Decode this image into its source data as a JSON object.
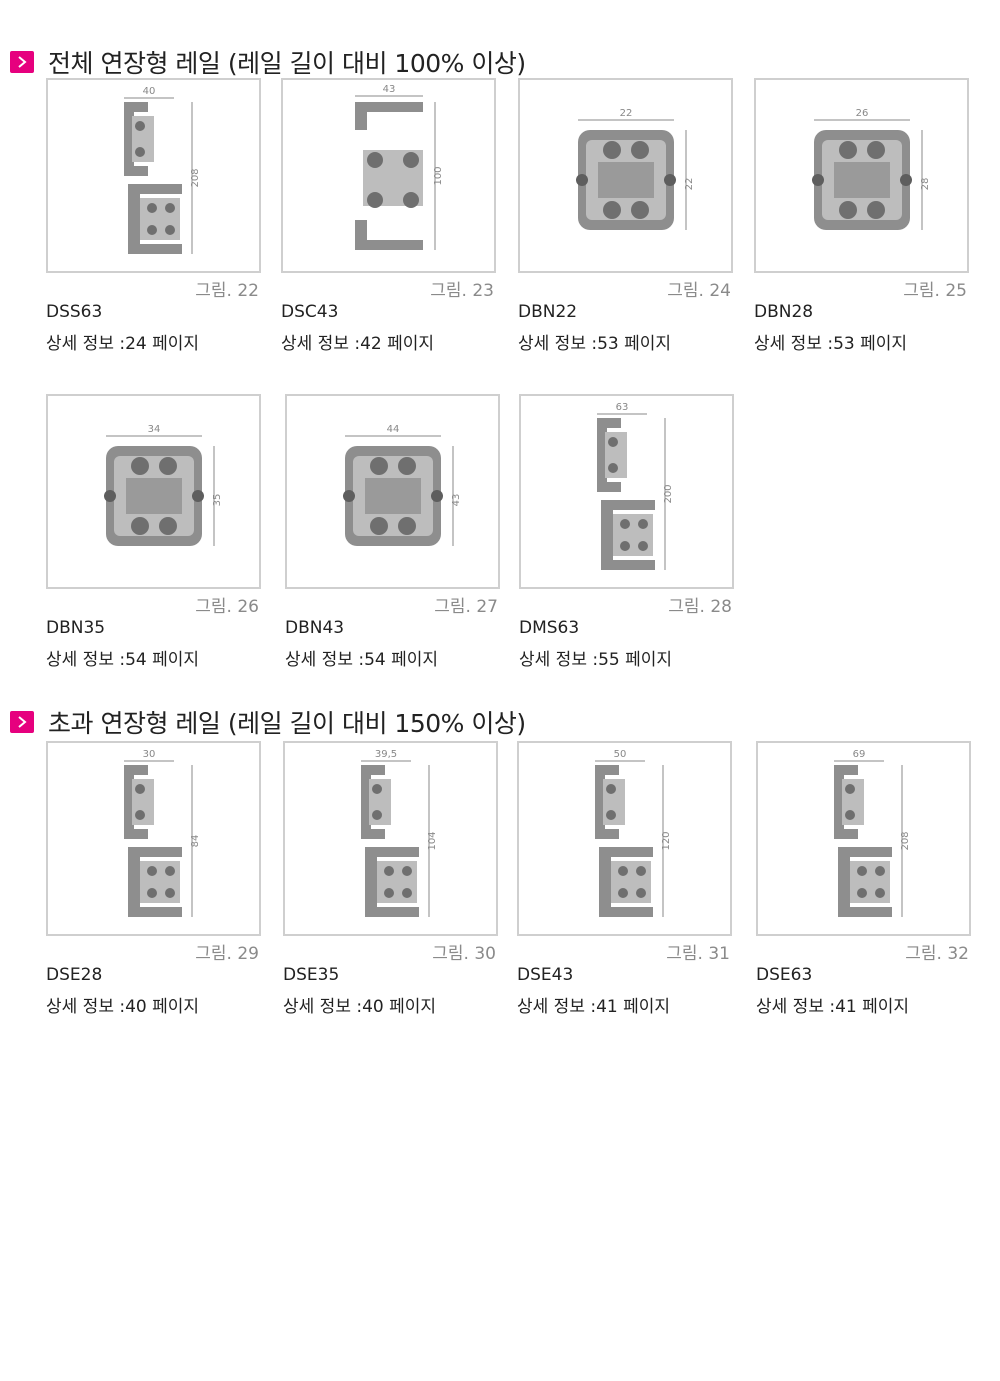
{
  "sections": [
    {
      "title": "전체 연장형 레일 (레일 길이 대비 100% 이상)"
    },
    {
      "title": "초과 연장형 레일 (레일 길이 대비 150% 이상)"
    }
  ],
  "items": [
    {
      "model": "DSS63",
      "info": "상세 정보 :24 페이지",
      "figure": "그림. 22",
      "dim_w": "40",
      "dim_h": "208",
      "shape": "tall"
    },
    {
      "model": "DSC43",
      "info": "상세 정보 :42 페이지",
      "figure": "그림. 23",
      "dim_w": "43",
      "dim_h": "100",
      "shape": "c"
    },
    {
      "model": "DBN22",
      "info": "상세 정보 :53 페이지",
      "figure": "그림. 24",
      "dim_w": "22",
      "dim_h": "22",
      "shape": "box"
    },
    {
      "model": "DBN28",
      "info": "상세 정보 :53 페이지",
      "figure": "그림. 25",
      "dim_w": "26",
      "dim_h": "28",
      "shape": "box"
    },
    {
      "model": "DBN35",
      "info": "상세 정보 :54 페이지",
      "figure": "그림. 26",
      "dim_w": "34",
      "dim_h": "35",
      "shape": "box"
    },
    {
      "model": "DBN43",
      "info": "상세 정보 :54 페이지",
      "figure": "그림. 27",
      "dim_w": "44",
      "dim_h": "43",
      "shape": "box"
    },
    {
      "model": "DMS63",
      "info": "상세 정보 :55 페이지",
      "figure": "그림. 28",
      "dim_w": "63",
      "dim_h": "200",
      "shape": "tall"
    },
    {
      "model": "DSE28",
      "info": "상세 정보 :40 페이지",
      "figure": "그림. 29",
      "dim_w": "30",
      "dim_h": "84",
      "shape": "tall"
    },
    {
      "model": "DSE35",
      "info": "상세 정보 :40 페이지",
      "figure": "그림. 30",
      "dim_w": "39,5",
      "dim_h": "104",
      "shape": "tall"
    },
    {
      "model": "DSE43",
      "info": "상세 정보 :41 페이지",
      "figure": "그림. 31",
      "dim_w": "50",
      "dim_h": "120",
      "shape": "tall"
    },
    {
      "model": "DSE63",
      "info": "상세 정보 :41 페이지",
      "figure": "그림. 32",
      "dim_w": "69",
      "dim_h": "208",
      "shape": "tall"
    }
  ],
  "colors": {
    "accent": "#e6007e",
    "frame": "#cfcfcf",
    "rail": "#8e8e8e",
    "caption": "#8a8a8a"
  }
}
